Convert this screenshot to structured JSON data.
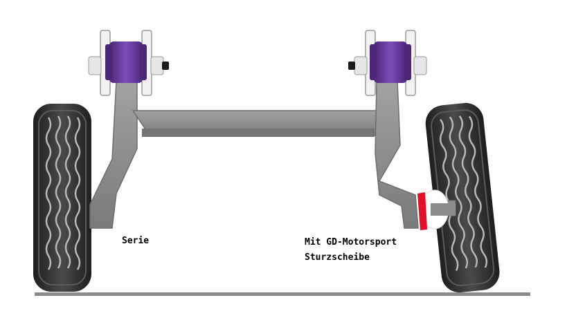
{
  "labels": {
    "stock": "Serie",
    "modified_line1": "Mit GD-Motorsport",
    "modified_line2": "Sturzscheibe"
  },
  "colors": {
    "background": "#ffffff",
    "ground": "#8a8a8a",
    "axle_metal": "#8c8c8c",
    "axle_shadow": "#6e6e6e",
    "tire_dark": "#2b2b2b",
    "tire_mid": "#4a4a4a",
    "bushing_purple": "#6a3fa0",
    "bushing_dark": "#4b2778",
    "bracket_light": "#f2f2f2",
    "bolt_black": "#1b1b1b",
    "camber_plate_red": "#e0102a"
  }
}
